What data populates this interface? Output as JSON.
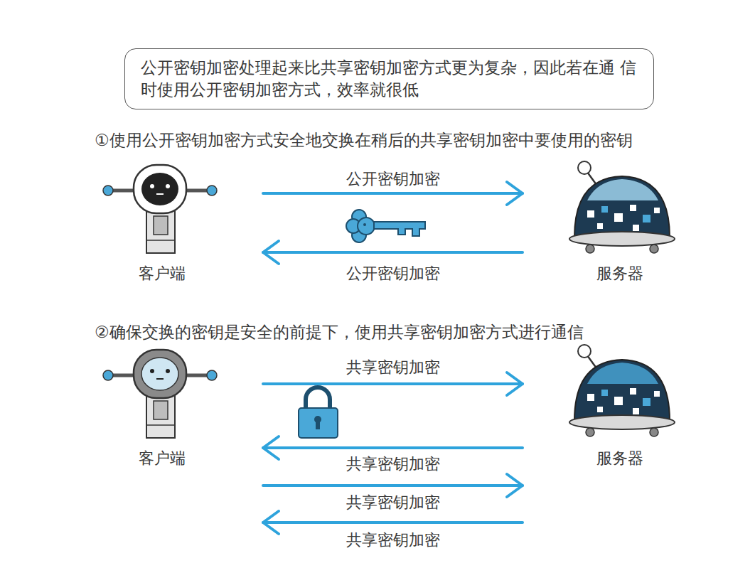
{
  "diagram": {
    "nodes": [
      {
        "text": [
          "公开密钥加密处理起来比共享密钥加密方式更为复杂，因此若在通 信时使用公开密钥加密方式，效率就很低"
        ]
      },
      {
        "text": [
          "客户端"
        ]
      },
      {
        "text": [
          "服务器"
        ]
      },
      {
        "text": [
          "客户端"
        ]
      },
      {
        "text": [
          "服务器"
        ]
      }
    ],
    "edges": [
      {
        "from": 1,
        "to": 2,
        "arrow": "to",
        "label": "公开密钥加密"
      },
      {
        "from": 2,
        "to": 1,
        "arrow": "to",
        "label": "公开密钥加密"
      },
      {
        "from": 3,
        "to": 4,
        "arrow": "to",
        "label": "共享密钥加密"
      },
      {
        "from": 4,
        "to": 3,
        "arrow": "to",
        "label": "共享密钥加密"
      },
      {
        "from": 3,
        "to": 4,
        "arrow": "to",
        "label": "共享密钥加密"
      },
      {
        "from": 4,
        "to": 3,
        "arrow": "to",
        "label": "共享密钥加密"
      }
    ],
    "labels": [
      "①使用公开密钥加密方式安全地交换在稍后的共享密钥加密中要使用的密钥",
      "②确保交换的密钥是安全的前提下，使用共享密钥加密方式进行通信"
    ]
  }
}
